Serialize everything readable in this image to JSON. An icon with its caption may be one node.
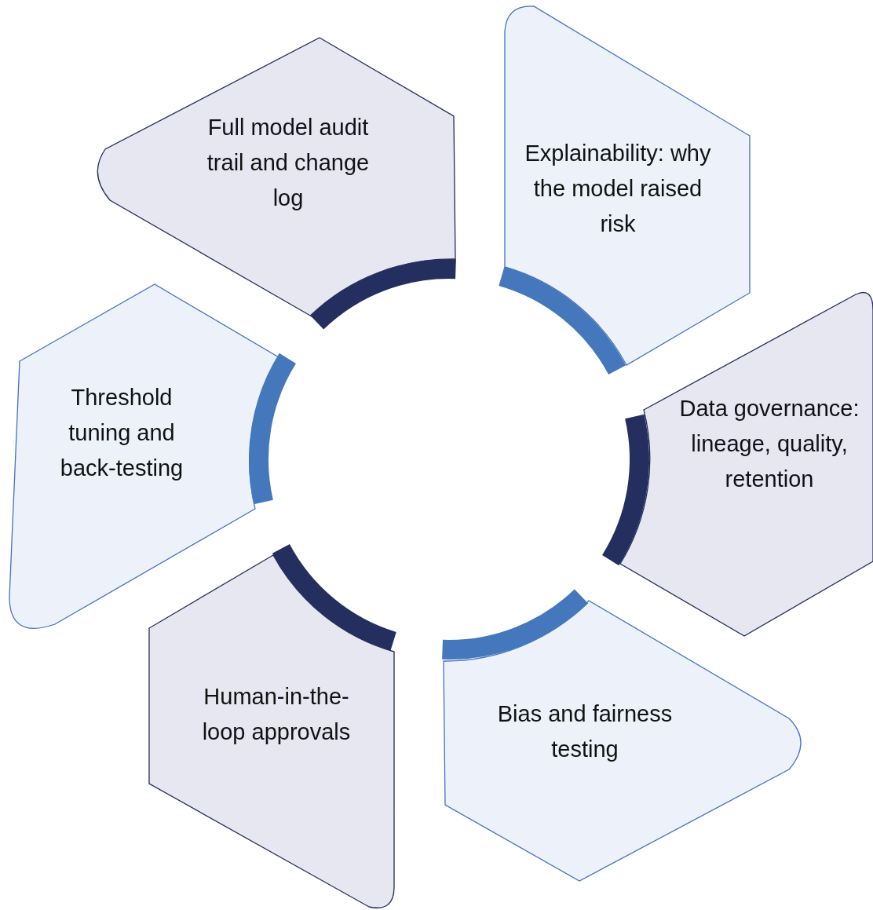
{
  "diagram": {
    "nodes": [
      {
        "text": [
          "Full model audit trail and change log"
        ]
      },
      {
        "text": [
          "Explainability: why the model raised risk"
        ]
      },
      {
        "text": [
          "Data governance: lineage, quality, retention"
        ]
      },
      {
        "text": [
          "Bias and fairness testing"
        ]
      },
      {
        "text": [
          "Human-in-the-loop approvals"
        ]
      },
      {
        "text": [
          "Threshold tuning and back-testing"
        ]
      }
    ]
  }
}
